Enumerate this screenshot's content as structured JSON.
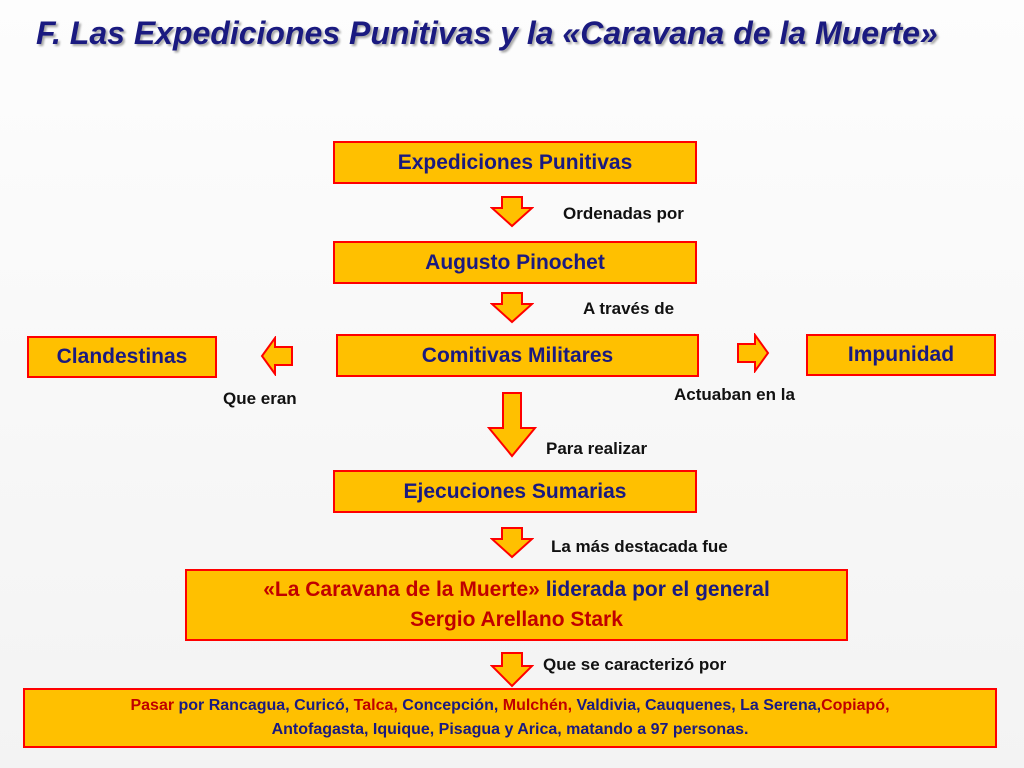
{
  "title": "F. Las Expediciones Punitivas y la «Caravana de la Muerte»",
  "nodes": {
    "expediciones": "Expediciones Punitivas",
    "pinochet": "Augusto Pinochet",
    "comitivas": "Comitivas Militares",
    "clandestinas": "Clandestinas",
    "impunidad": "Impunidad",
    "ejecuciones": "Ejecuciones Sumarias",
    "caravana": {
      "name": "«La Caravana de la Muerte»",
      "rest_line1": " liderada por el general",
      "line2": "Sergio Arellano Stark"
    },
    "recorrido": {
      "w1": "Pasar",
      "w2": " por Rancagua, Curicó, ",
      "w3": "Talca,",
      "w4": " Concepción, ",
      "w5": "Mulchén,",
      "w6": " Valdivia, Cauquenes, La Serena,",
      "w7": "Copiapó,",
      "line2": "Antofagasta, Iquique, Pisagua y Arica, matando a 97 personas."
    }
  },
  "labels": {
    "ordenadas": "Ordenadas por",
    "traves": "A través de",
    "que_eran": "Que eran",
    "actuaban": "Actuaban en la",
    "realizar": "Para realizar",
    "destacada": "La más destacada fue",
    "caracterizo": "Que se caracterizó por"
  },
  "colors": {
    "box_fill": "#ffc000",
    "box_border": "#ff0000",
    "text_navy": "#1a1a80",
    "text_red": "#c00000"
  }
}
